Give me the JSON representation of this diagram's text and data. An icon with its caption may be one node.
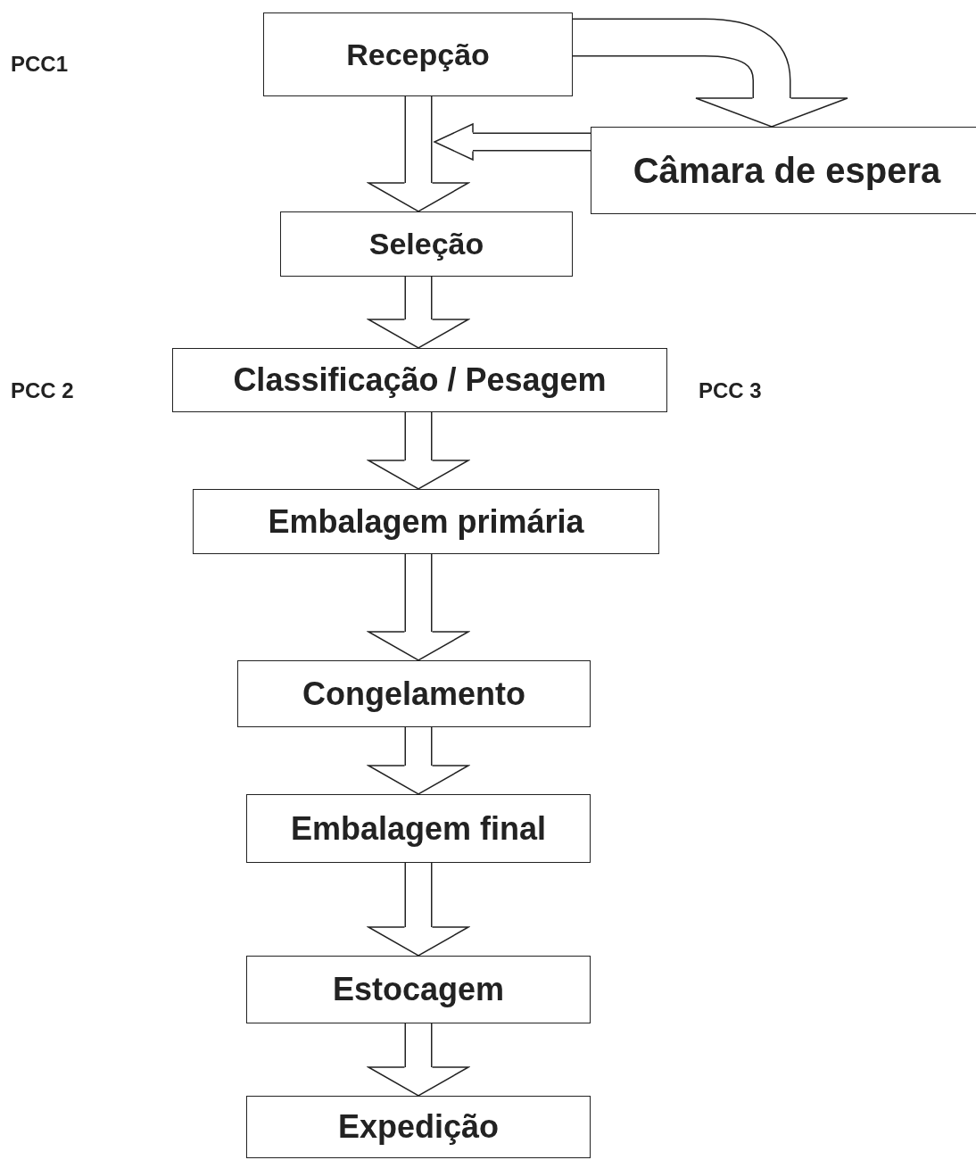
{
  "diagram": {
    "nodes": [
      {
        "text": [
          "Recepção"
        ]
      },
      {
        "text": [
          "Câmara de espera"
        ]
      },
      {
        "text": [
          "Seleção"
        ]
      },
      {
        "text": [
          "Classificação / Pesagem"
        ]
      },
      {
        "text": [
          "Embalagem primária"
        ]
      },
      {
        "text": [
          "Congelamento"
        ]
      },
      {
        "text": [
          "Embalagem final"
        ]
      },
      {
        "text": [
          "Estocagem"
        ]
      },
      {
        "text": [
          "Expedição"
        ]
      }
    ],
    "edges": [
      {
        "from": 0,
        "to": 2,
        "arrow": "to"
      },
      {
        "from": 0,
        "to": 1,
        "arrow": "to"
      },
      {
        "from": 1,
        "to": 2,
        "arrow": "to"
      },
      {
        "from": 2,
        "to": 3,
        "arrow": "to"
      },
      {
        "from": 3,
        "to": 4,
        "arrow": "to"
      },
      {
        "from": 4,
        "to": 5,
        "arrow": "to"
      },
      {
        "from": 5,
        "to": 6,
        "arrow": "to"
      },
      {
        "from": 6,
        "to": 7,
        "arrow": "to"
      },
      {
        "from": 7,
        "to": 8,
        "arrow": "to"
      }
    ],
    "labels": [
      "PCC1",
      "PCC 2",
      "PCC 3"
    ]
  }
}
